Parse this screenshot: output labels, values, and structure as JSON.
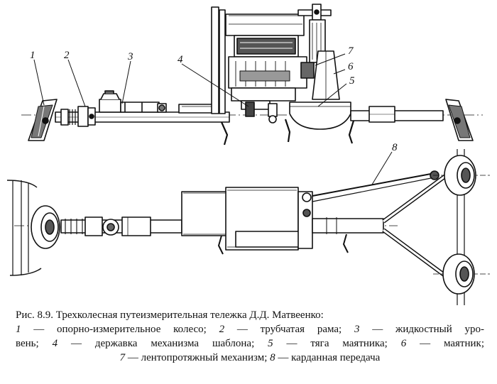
{
  "labels": [
    "1",
    "2",
    "3",
    "4",
    "5",
    "6",
    "7",
    "8"
  ],
  "caption": {
    "title": "Рис. 8.9. Трехколесная путеизмерительная тележка Д.Д. Матвеенко:",
    "lines": [
      [
        {
          "num": "1",
          "text": " — опорно-измерительное колесо; "
        },
        {
          "num": "2",
          "text": " — трубчатая рама; "
        },
        {
          "num": "3",
          "text": " — жидкостный уро-"
        }
      ],
      [
        {
          "num": "",
          "text": "вень; "
        },
        {
          "num": "4",
          "text": " — державка механизма шаблона; "
        },
        {
          "num": "5",
          "text": " — тяга маятника; "
        },
        {
          "num": "6",
          "text": " — маятник;"
        }
      ],
      [
        {
          "num": "7",
          "text": " — лентопротяжный механизм; "
        },
        {
          "num": "8",
          "text": " — карданная передача"
        }
      ]
    ]
  }
}
